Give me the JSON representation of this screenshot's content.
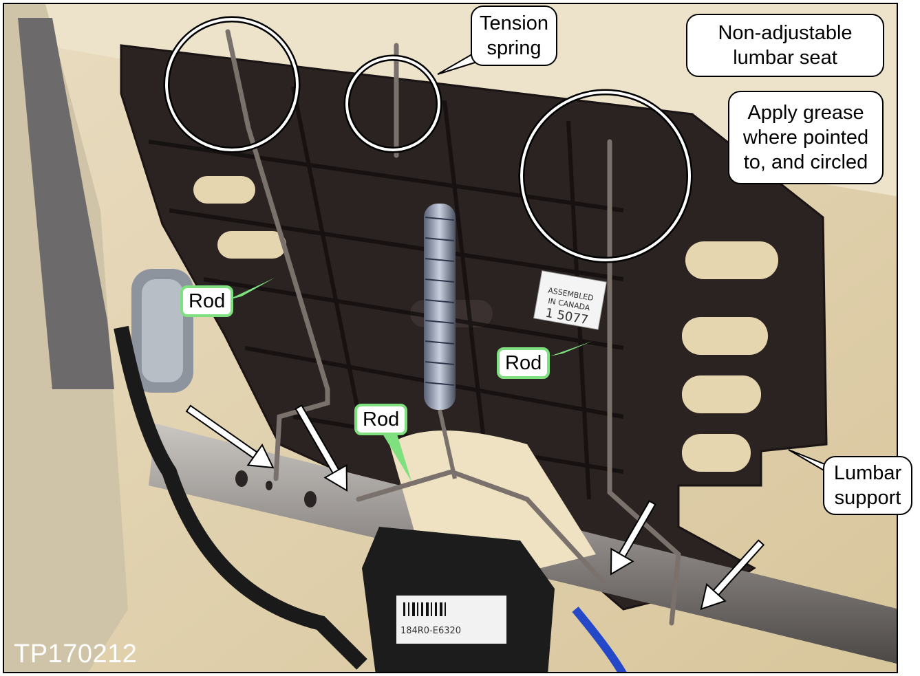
{
  "callouts": {
    "tension_spring": "Tension\nspring",
    "non_adjustable": "Non-adjustable\nlumbar seat",
    "apply_grease": "Apply grease\nwhere pointed\nto, and circled",
    "lumbar_support": "Lumbar\nsupport"
  },
  "rod_labels": {
    "left": "Rod",
    "right": "Rod",
    "bottom": "Rod"
  },
  "image_code": "TP170212",
  "colors": {
    "rod_label_border": "#7ee07e",
    "callout_border": "#000000"
  }
}
